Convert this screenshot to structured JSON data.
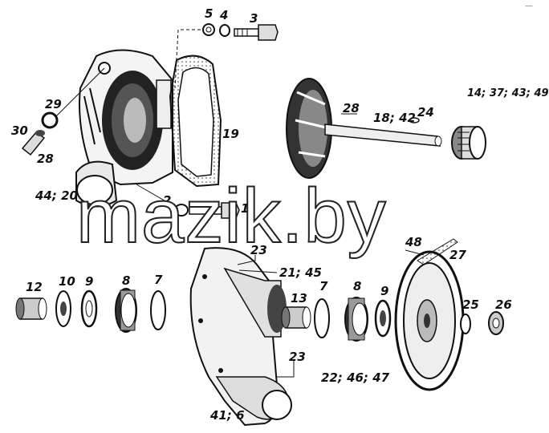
{
  "watermark": "mazik.by",
  "corner_mark": "—",
  "labels": {
    "l5": "5",
    "l4": "4",
    "l3": "3",
    "l29": "29",
    "l30": "30",
    "l28a": "28",
    "l19": "19",
    "l44_20": "44; 20",
    "l2": "2",
    "l1": "1",
    "l28b": "28",
    "l18_42": "18; 42",
    "l24": "24",
    "l14": "14; 37; 43; 49",
    "l23a": "23",
    "l21_45": "21; 45",
    "l48": "48",
    "l27": "27",
    "l12": "12",
    "l10": "10",
    "l9a": "9",
    "l8a": "8",
    "l7a": "7",
    "l13": "13",
    "l7b": "7",
    "l8b": "8",
    "l9b": "9",
    "l25": "25",
    "l26": "26",
    "l23b": "23",
    "l22": "22; 46; 47",
    "l41_6": "41; 6"
  }
}
